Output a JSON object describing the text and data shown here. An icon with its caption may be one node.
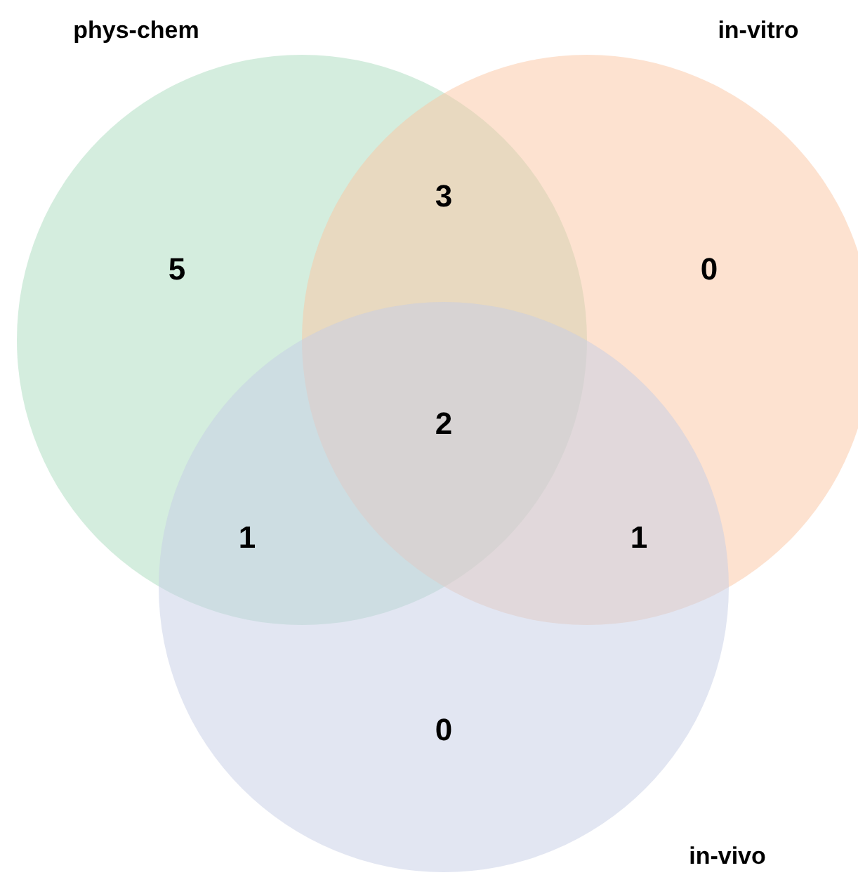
{
  "diagram": {
    "nodes": [
      {
        "text": [
          "phys-chem"
        ]
      },
      {
        "text": [
          "in-vitro"
        ]
      },
      {
        "text": [
          "in-vivo"
        ]
      }
    ],
    "labels": [
      "3",
      "5",
      "0",
      "2",
      "1",
      "1",
      "0"
    ]
  }
}
